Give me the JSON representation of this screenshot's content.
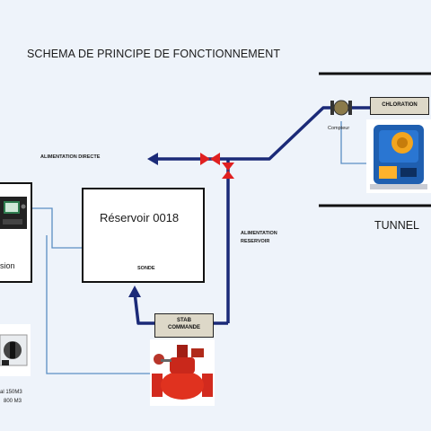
{
  "title": "SCHEMA DE PRINCIPE DE FONCTIONNEMENT",
  "labels": {
    "alimentation_directe": "ALIMENTATION  DIRECTE",
    "alimentation_reservoir_line1": "ALIMENTATION",
    "alimentation_reservoir_line2": "RESERVOIR",
    "reservoir": "Réservoir 0018",
    "sonde": "SONDE",
    "tunnel": "TUNNEL",
    "chloration": "CHLORATION",
    "compteur": "Compteur",
    "stab_commande_line1": "STAB",
    "stab_commande_line2": "COMMANDE",
    "left_box_fragment": "sion",
    "bottom_left_line1": "al 150M3",
    "bottom_left_line2": "800 M3"
  },
  "colors": {
    "pipe": "#1b2a78",
    "signal_line": "#5b8ec4",
    "valve_red": "#e02020",
    "tag_fill": "#ddd8c8"
  },
  "icons": [
    "valve-icon",
    "meter-icon",
    "dosing-pump-icon",
    "controller-icon",
    "probe-icon",
    "control-valve-icon",
    "selector-switch-icon"
  ]
}
